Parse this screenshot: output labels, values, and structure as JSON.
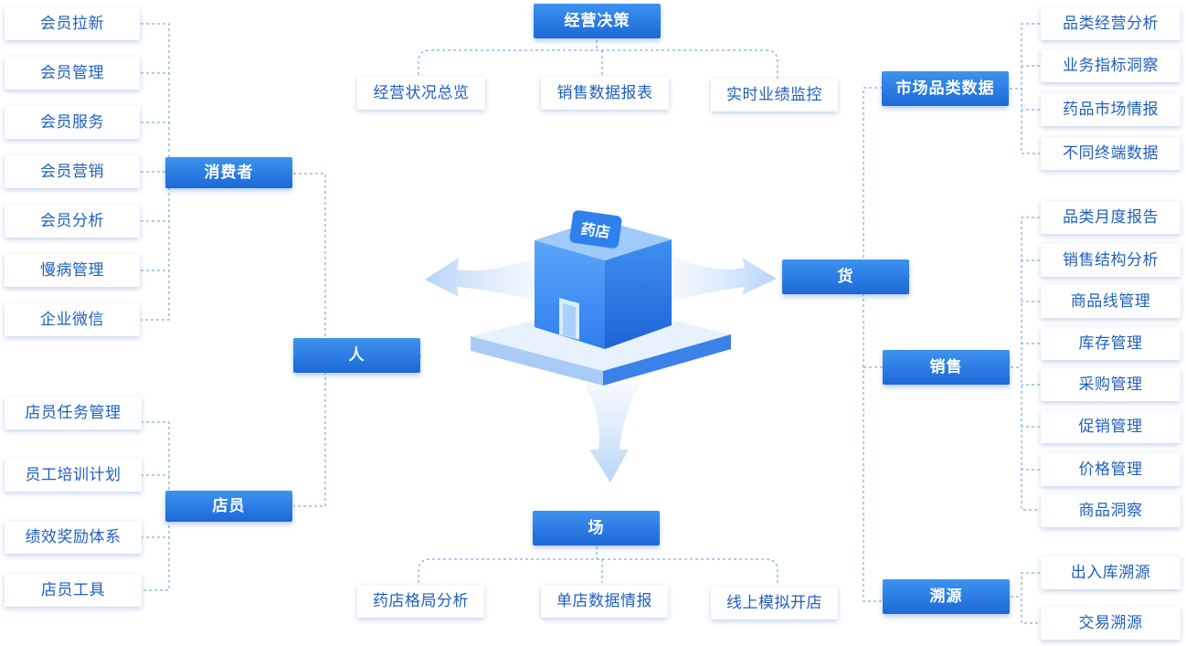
{
  "top": {
    "title": "经营决策",
    "items": [
      "经营状况总览",
      "销售数据报表",
      "实时业绩监控"
    ]
  },
  "bottom": {
    "title": "场",
    "items": [
      "药店格局分析",
      "单店数据情报",
      "线上模拟开店"
    ]
  },
  "center": {
    "sign": "药店"
  },
  "left": {
    "title": "人",
    "groups": [
      {
        "title": "消费者",
        "items": [
          "会员拉新",
          "会员管理",
          "会员服务",
          "会员营销",
          "会员分析",
          "慢病管理",
          "企业微信"
        ]
      },
      {
        "title": "店员",
        "items": [
          "店员任务管理",
          "员工培训计划",
          "绩效奖励体系",
          "店员工具"
        ]
      }
    ]
  },
  "right": {
    "title": "货",
    "groups": [
      {
        "title": "市场品类数据",
        "items": [
          "品类经营分析",
          "业务指标洞察",
          "药品市场情报",
          "不同终端数据"
        ]
      },
      {
        "title": "销售",
        "items": [
          "品类月度报告",
          "销售结构分析",
          "商品线管理",
          "库存管理",
          "采购管理",
          "促销管理",
          "价格管理",
          "商品洞察"
        ]
      },
      {
        "title": "溯源",
        "items": [
          "出入库溯源",
          "交易溯源"
        ]
      }
    ]
  },
  "colors": {
    "accent": "#1c68d9",
    "text": "#1f5fbf",
    "line": "#5b9be0"
  }
}
